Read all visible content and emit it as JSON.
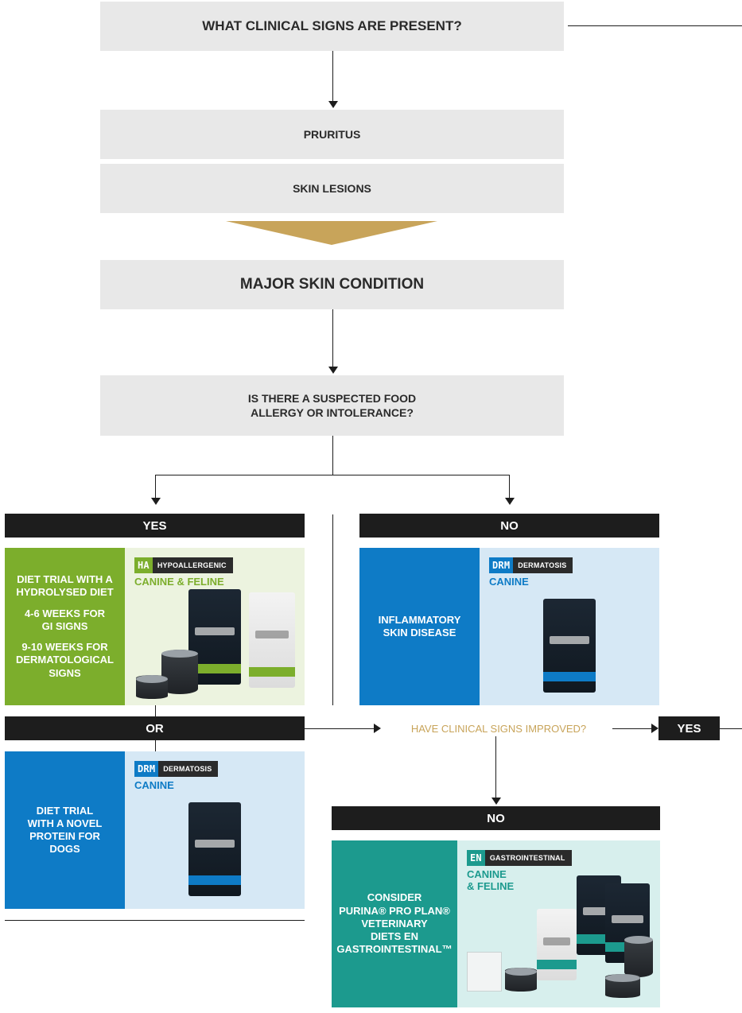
{
  "nodes": {
    "clinical_signs_question": "WHAT CLINICAL SIGNS ARE PRESENT?",
    "pruritus": "PRURITUS",
    "skin_lesions": "SKIN LESIONS",
    "major_skin_condition": "MAJOR SKIN CONDITION",
    "food_allergy_question_line1": "IS THERE A SUSPECTED FOOD",
    "food_allergy_question_line2": "ALLERGY OR INTOLERANCE?",
    "yes": "YES",
    "no": "NO",
    "or": "OR",
    "improved_question": "HAVE CLINICAL SIGNS IMPROVED?",
    "improved_yes": "YES",
    "improved_no": "NO"
  },
  "panels": {
    "hydrolysed": {
      "lines": [
        "DIET TRIAL WITH A",
        "HYDROLYSED DIET",
        "",
        "4-6 WEEKS FOR",
        "GI SIGNS",
        "",
        "9-10 WEEKS FOR",
        "DERMATOLOGICAL",
        "SIGNS"
      ],
      "badge_code": "HA",
      "badge_name": "HYPOALLERGENIC",
      "species": "CANINE & FELINE"
    },
    "inflammatory": {
      "lines": [
        "INFLAMMATORY",
        "SKIN DISEASE"
      ],
      "badge_code": "DRM",
      "badge_name": "DERMATOSIS",
      "species": "CANINE"
    },
    "novel_protein": {
      "lines": [
        "DIET TRIAL",
        "WITH A NOVEL",
        "PROTEIN FOR",
        "DOGS"
      ],
      "badge_code": "DRM",
      "badge_name": "DERMATOSIS",
      "species": "CANINE"
    },
    "gastro": {
      "lines": [
        "CONSIDER",
        "PURINA® PRO PLAN®",
        "VETERINARY",
        "DIETS EN",
        "GASTROINTESTINAL™"
      ],
      "badge_code": "EN",
      "badge_name": "GASTROINTESTINAL",
      "species_line1": "CANINE",
      "species_line2": "& FELINE"
    }
  },
  "colors": {
    "gray_box": "#e8e8e8",
    "dark_bar": "#1d1d1d",
    "green": "#7cae2c",
    "green_light": "#ecf3df",
    "blue": "#0e7bc6",
    "blue_light": "#d6e8f5",
    "teal": "#1c9a8e",
    "teal_light": "#d7efed",
    "gold": "#c8a45a"
  },
  "icons": [
    "arrow-down-icon",
    "arrow-right-icon",
    "gold-chevron-icon",
    "product-bag-icon",
    "product-can-icon"
  ]
}
